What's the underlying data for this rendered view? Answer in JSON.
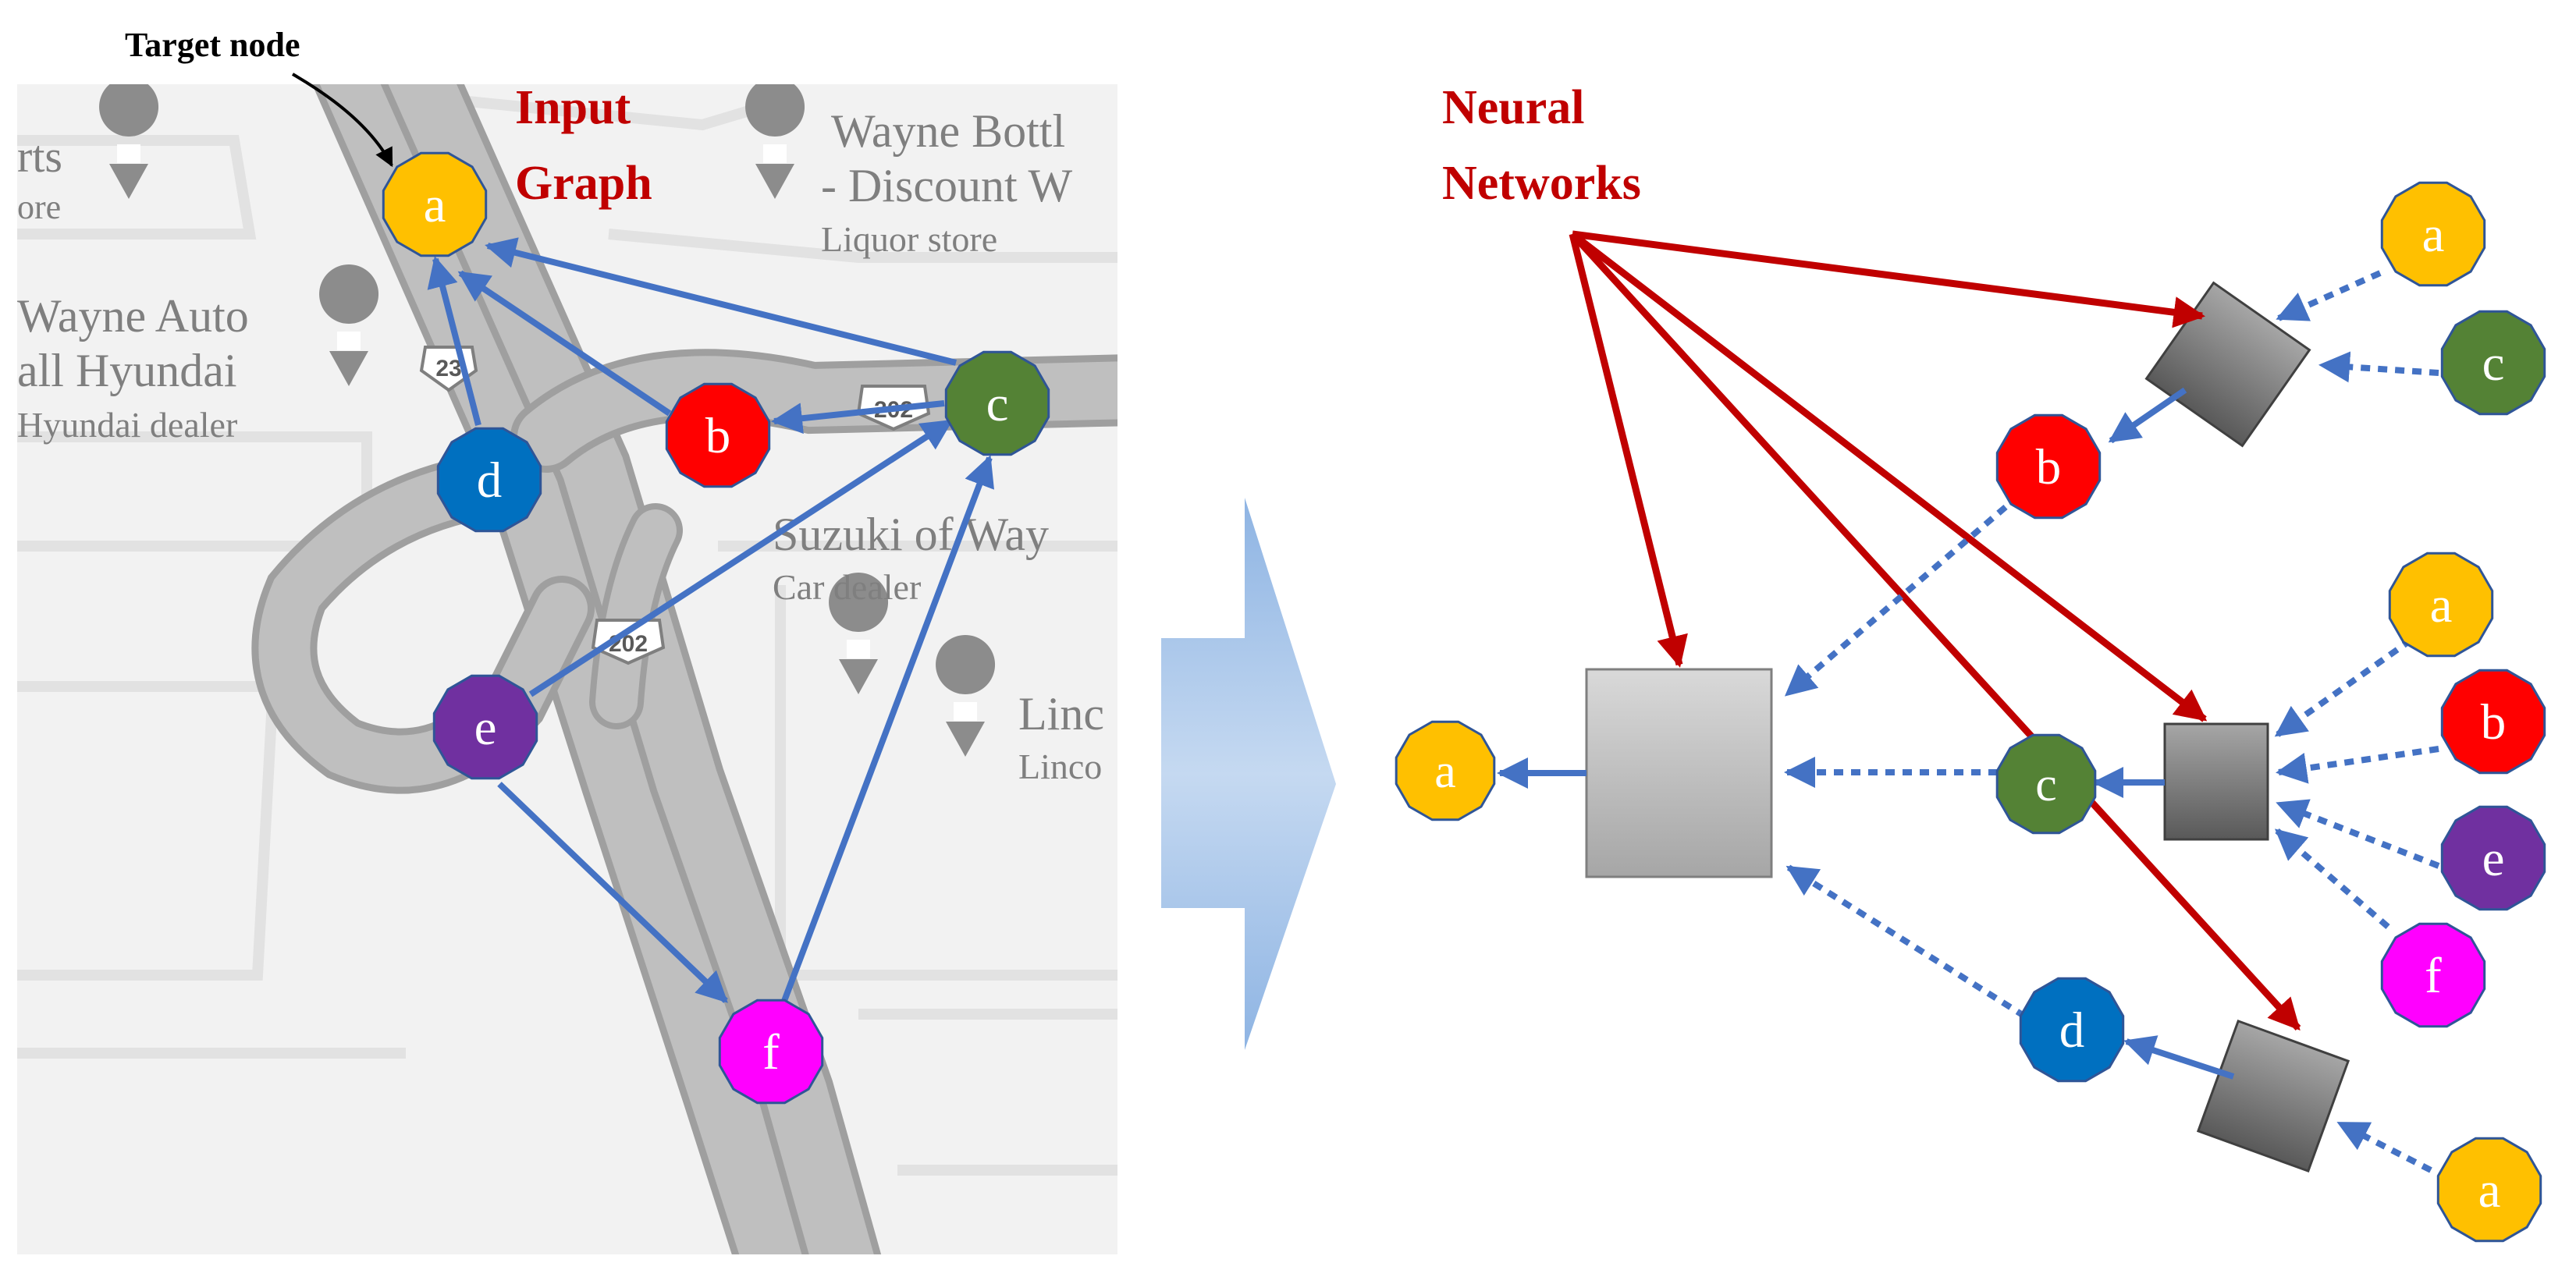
{
  "labels": {
    "target_node": "Target node",
    "input_graph": [
      "Input",
      "Graph"
    ],
    "neural_networks": [
      "Neural",
      "Networks"
    ]
  },
  "map_labels": {
    "l1": "rts",
    "l2": "ore",
    "l3": "Wayne Bottl",
    "l4": "- Discount W",
    "l5": "Liquor store",
    "l6": "Wayne Auto",
    "l7": "all Hyundai",
    "l8": "Hyundai dealer",
    "l9": "Suzuki of Way",
    "l10": "Car dealer",
    "l11": "Linc",
    "l12": "Linco",
    "shield1": "23",
    "shield2": "202",
    "shield3": "202"
  },
  "nodes": {
    "a": {
      "label": "a",
      "color": "#ffc000"
    },
    "b": {
      "label": "b",
      "color": "#ff0000"
    },
    "c": {
      "label": "c",
      "color": "#548235"
    },
    "d": {
      "label": "d",
      "color": "#0070c0"
    },
    "e": {
      "label": "e",
      "color": "#7030a0"
    },
    "f": {
      "label": "f",
      "color": "#ff00ff"
    }
  },
  "colors": {
    "edge": "#4472c4",
    "network_arrow": "#c00000",
    "title_text": "#c00000",
    "map_background": "#f2f2f2",
    "road": "#bfbfbf",
    "transition_arrow": "#9dc3e6"
  },
  "graph_edges": [
    [
      "b",
      "a"
    ],
    [
      "c",
      "a"
    ],
    [
      "d",
      "a"
    ],
    [
      "c",
      "b"
    ],
    [
      "e",
      "c"
    ],
    [
      "f",
      "c"
    ],
    [
      "e",
      "f"
    ]
  ]
}
